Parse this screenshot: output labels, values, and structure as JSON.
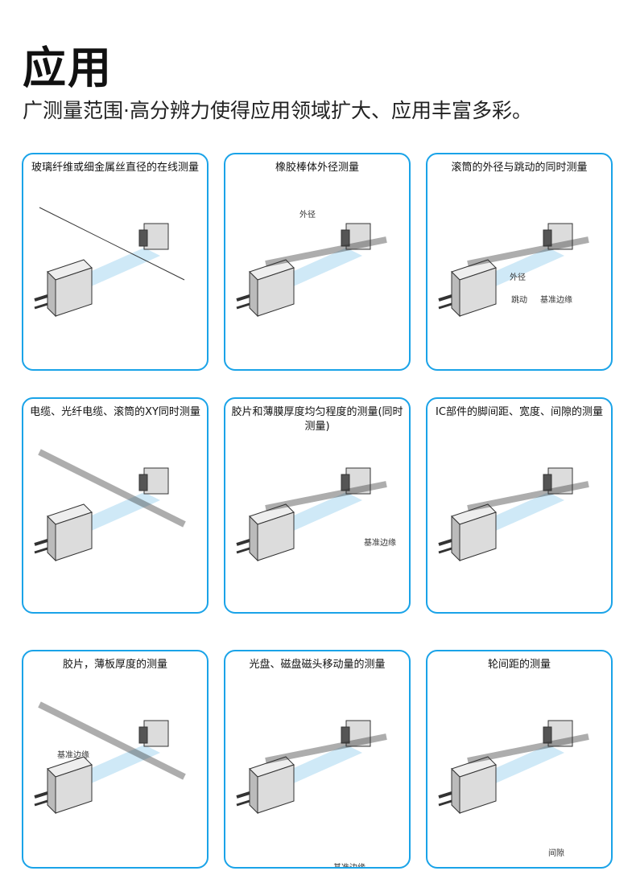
{
  "header": {
    "title": "应用",
    "subtitle": "广测量范围·高分辨力使得应用领域扩大、应用丰富多彩。"
  },
  "cards": [
    {
      "title": "玻璃纤维或细金属丝直径的在线测量",
      "labels": []
    },
    {
      "title": "橡胶棒体外径测量",
      "labels": [
        "外径"
      ]
    },
    {
      "title": "滚筒的外径与跳动的同时测量",
      "labels": [
        "外径",
        "跳动",
        "基准边缘"
      ]
    },
    {
      "title": "电缆、光纤电缆、滚筒的XY同时测量",
      "labels": []
    },
    {
      "title": "胶片和薄膜厚度均匀程度的测量(同时测量)",
      "labels": [
        "基准边缘"
      ]
    },
    {
      "title": "IC部件的脚间距、宽度、间隙的测量",
      "labels": []
    },
    {
      "title": "胶片，薄板厚度的测量",
      "labels": [
        "基准边缘"
      ]
    },
    {
      "title": "光盘、磁盘磁头移动量的测量",
      "labels": [
        "基准边缘"
      ]
    },
    {
      "title": "轮间距的测量",
      "labels": [
        "间隙"
      ]
    }
  ],
  "colors": {
    "border": "#1aa3e8",
    "beam": "#cfe9f7",
    "device": "#dcdcdc"
  }
}
